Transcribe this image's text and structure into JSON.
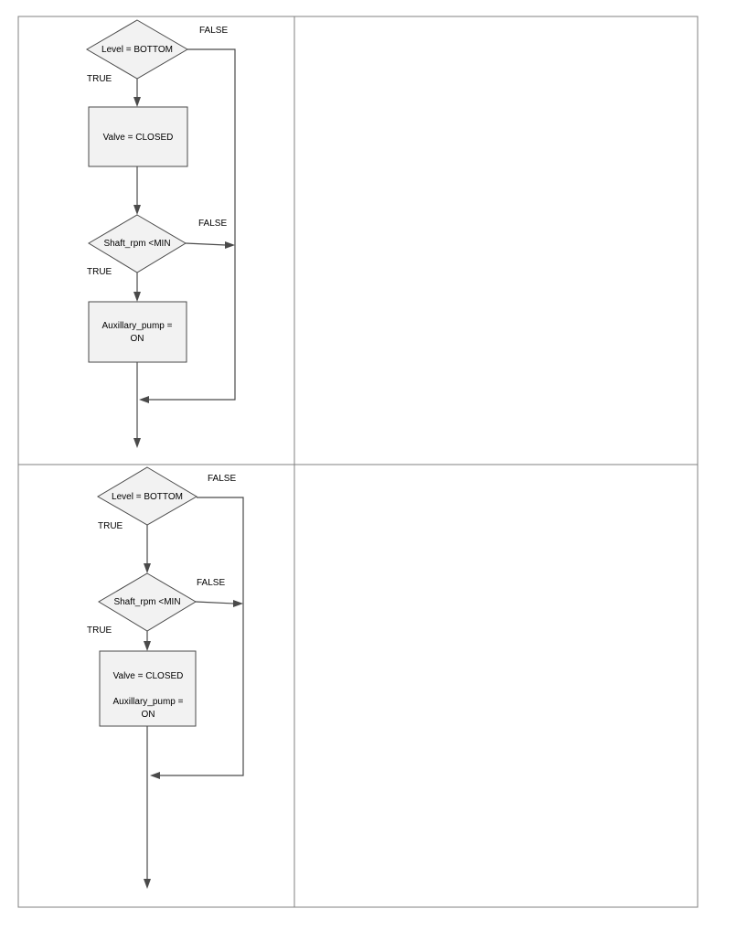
{
  "diagrams": [
    {
      "decision_1": "Level = BOTTOM",
      "decision_1_true": "TRUE",
      "decision_1_false": "FALSE",
      "process_1": "Valve = CLOSED",
      "decision_2": "Shaft_rpm <MIN",
      "decision_2_true": "TRUE",
      "decision_2_false": "FALSE",
      "process_2_line1": "Auxillary_pump =",
      "process_2_line2": "ON"
    },
    {
      "decision_1": "Level = BOTTOM",
      "decision_1_true": "TRUE",
      "decision_1_false": "FALSE",
      "decision_2": "Shaft_rpm <MIN",
      "decision_2_true": "TRUE",
      "decision_2_false": "FALSE",
      "process_line1": "Valve = CLOSED",
      "process_line2": "Auxillary_pump =",
      "process_line3": "ON"
    }
  ]
}
